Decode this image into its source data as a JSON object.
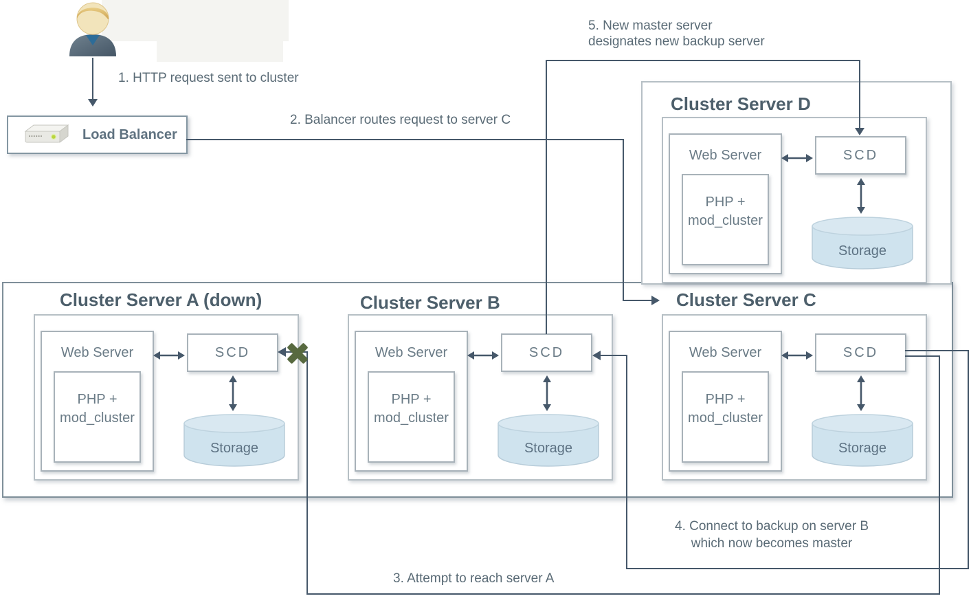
{
  "load_balancer": {
    "label": "Load Balancer"
  },
  "annotations": {
    "step1": "1. HTTP request sent to cluster",
    "step2": "2. Balancer routes request to server C",
    "step3": "3. Attempt to reach server A",
    "step4": [
      "4. Connect to backup on server B",
      "which now becomes master"
    ],
    "step5": [
      "5. New master server",
      "designates new backup  server"
    ]
  },
  "clusters": [
    {
      "id": "A",
      "title": "Cluster Server A (down)",
      "web_server_label": "Web Server",
      "php_label": "PHP +",
      "mod_cluster_label": "mod_cluster",
      "scd_label": "SCD",
      "storage_label": "Storage"
    },
    {
      "id": "B",
      "title": "Cluster Server B",
      "web_server_label": "Web Server",
      "php_label": "PHP +",
      "mod_cluster_label": "mod_cluster",
      "scd_label": "SCD",
      "storage_label": "Storage"
    },
    {
      "id": "C",
      "title": "Cluster Server C",
      "web_server_label": "Web Server",
      "php_label": "PHP +",
      "mod_cluster_label": "mod_cluster",
      "scd_label": "SCD",
      "storage_label": "Storage"
    },
    {
      "id": "D",
      "title": "Cluster Server D",
      "web_server_label": "Web Server",
      "php_label": "PHP +",
      "mod_cluster_label": "mod_cluster",
      "scd_label": "SCD",
      "storage_label": "Storage"
    }
  ],
  "icons": {
    "user": "person-icon",
    "load_balancer": "server-appliance-icon",
    "storage": "database-cylinder-icon",
    "failure": "x-mark-icon",
    "flow": "arrow-icon"
  },
  "colors": {
    "connector_line": "#46586a",
    "title_text": "#4d5f6b",
    "label_text": "#6a7b86",
    "annotation_text": "#5a6b76",
    "storage_fill": "#cfe3ee",
    "x_mark_green": "#57693f",
    "led_green": "#b9d53e"
  }
}
